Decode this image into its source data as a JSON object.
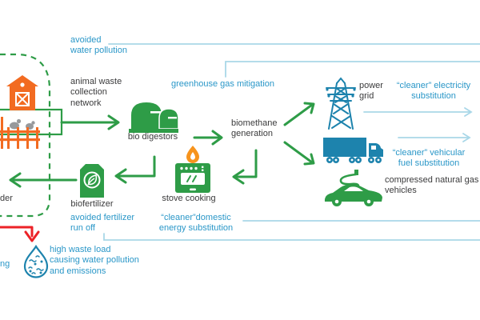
{
  "colors": {
    "green": "#2e9c47",
    "orange": "#f26b21",
    "flame_orange": "#f7941d",
    "blue_text": "#2a97c8",
    "icon_blue": "#1d83ad",
    "light_blue_line": "#a9d7e8",
    "red": "#ec2227",
    "dark_text": "#3b3b3c",
    "chicken_gray": "#97999c"
  },
  "farm": {
    "waste_collection_label": "animal waste\ncollection\nnetwork"
  },
  "nodes": {
    "bio_digesters": "bio digestors",
    "biomethane": "biomethane\ngeneration",
    "power_grid": "power\ngrid",
    "cng_vehicles": "compressed natural gas for\nvehicles",
    "stove": "stove cooking",
    "biofertilizer": "biofertilizer",
    "fodder_fragment": "der",
    "waste_load": "high waste load\ncausing water pollution\nand emissions",
    "left_edge_fragment": "ng"
  },
  "benefits": {
    "avoided_water_pollution": "avoided\nwater pollution",
    "ghg_mitigation": "greenhouse gas mitigation",
    "cleaner_electricity": "“cleaner” electricity\nsubstitution",
    "cleaner_vehicular_fuel": "“cleaner” vehicular\nfuel substitution",
    "cleaner_domestic_energy": "“cleaner”domestic\nenergy substitution",
    "avoided_fertilizer_runoff": "avoided fertilizer\nrun off"
  },
  "icons": [
    "barn-icon",
    "livestock-fence-icon",
    "bio-digester-icon",
    "power-grid-icon",
    "truck-icon",
    "cng-car-icon",
    "stove-icon",
    "biofertilizer-bag-icon",
    "water-drop-icon"
  ]
}
